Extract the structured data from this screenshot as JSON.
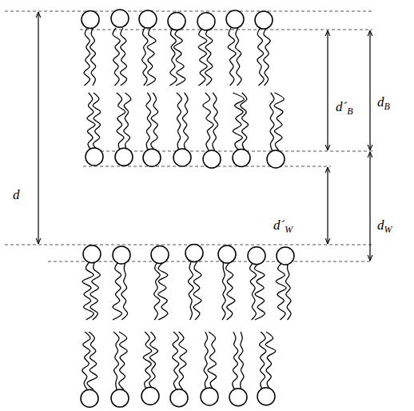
{
  "diagram": {
    "labels": [
      "d´B",
      "dB",
      "d",
      "d´W",
      "dW"
    ]
  }
}
